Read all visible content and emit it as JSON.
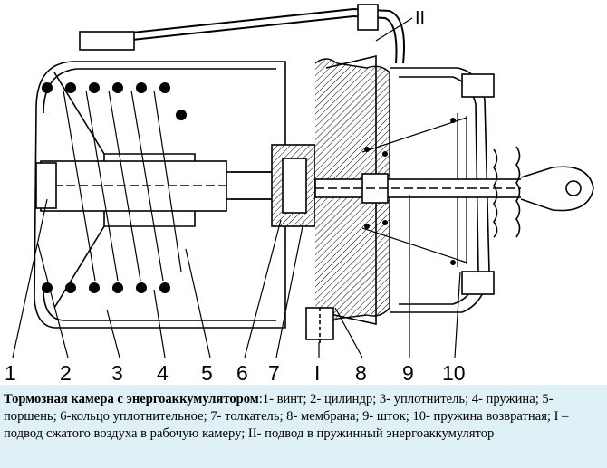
{
  "diagram": {
    "callouts": [
      "1",
      "2",
      "3",
      "4",
      "5",
      "6",
      "7",
      "I",
      "8",
      "9",
      "10"
    ],
    "top_label": "II"
  },
  "caption": {
    "title": "Тормозная камера с энергоаккумулятором",
    "text": ":1- винт; 2- цилиндр; 3- уплотнитель; 4- пружина; 5- поршень; 6-кольцо уплотнительное; 7- толкатель; 8- мембрана; 9- шток; 10- пружина возвратная; I – подвод сжатого воздуха в рабочую камеру; II- подвод в пружинный энергоаккумулятор"
  }
}
